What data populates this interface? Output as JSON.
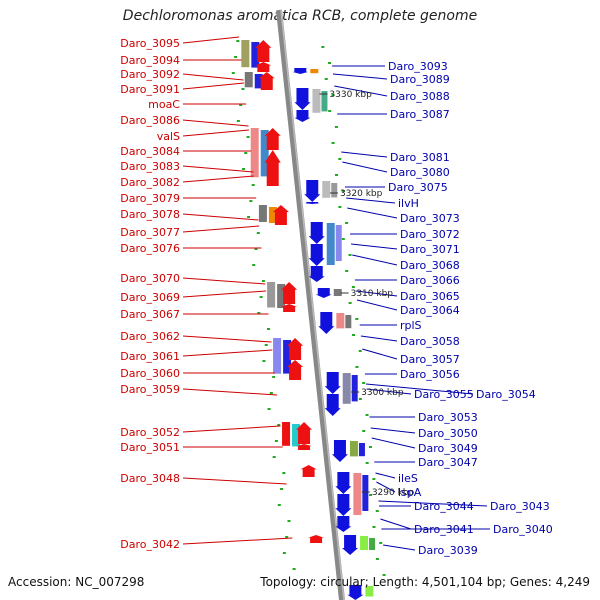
{
  "title": "Dechloromonas aromatica RCB, complete genome",
  "footer": {
    "accession_label": "Accession:",
    "accession": "NC_007298",
    "topology_label": "Topology:",
    "topology": "circular",
    "length_label": "Length:",
    "length": "4,501,104 bp",
    "genes_label": "Genes:",
    "genes": "4,249"
  },
  "colors": {
    "left_label": "#cc0000",
    "right_label": "#0000aa",
    "forward_gene": "#ee1111",
    "reverse_gene": "#1111dd",
    "backbone": "#888888",
    "tick": "#22aa22"
  },
  "scale_labels": [
    {
      "text": "3330 kbp",
      "pos": 0
    },
    {
      "text": "3320 kbp",
      "pos": 1
    },
    {
      "text": "3310 kbp",
      "pos": 2
    },
    {
      "text": "3300 kbp",
      "pos": 3
    },
    {
      "text": "3290 kbp",
      "pos": 4
    }
  ],
  "left_labels": [
    "Daro_3095",
    "Daro_3094",
    "Daro_3092",
    "Daro_3091",
    "moaC",
    "Daro_3086",
    "valS",
    "Daro_3084",
    "Daro_3083",
    "Daro_3082",
    "Daro_3079",
    "Daro_3078",
    "Daro_3077",
    "Daro_3076",
    "Daro_3070",
    "Daro_3069",
    "Daro_3067",
    "Daro_3062",
    "Daro_3061",
    "Daro_3060",
    "Daro_3059",
    "Daro_3052",
    "Daro_3051",
    "Daro_3048",
    "Daro_3042"
  ],
  "right_labels": [
    "Daro_3093",
    "Daro_3089",
    "Daro_3088",
    "Daro_3087",
    "Daro_3081",
    "Daro_3080",
    "Daro_3075",
    "ilvH",
    "Daro_3073",
    "Daro_3072",
    "Daro_3071",
    "Daro_3068",
    "Daro_3066",
    "Daro_3065",
    "Daro_3064",
    "rplS",
    "Daro_3058",
    "Daro_3057",
    "Daro_3056",
    "Daro_3055",
    "Daro_3054",
    "Daro_3053",
    "Daro_3050",
    "Daro_3049",
    "Daro_3047",
    "ileS",
    "lspA",
    "Daro_3044",
    "Daro_3043",
    "Daro_3041",
    "Daro_3040",
    "Daro_3039"
  ]
}
